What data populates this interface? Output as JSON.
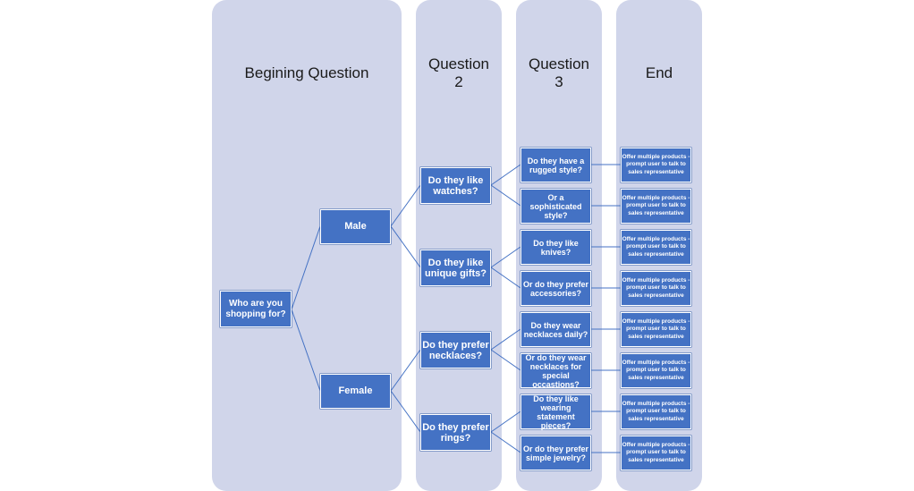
{
  "columns": [
    {
      "title": "Begining Question"
    },
    {
      "title": "Question\n2"
    },
    {
      "title": "Question\n3"
    },
    {
      "title": "End"
    }
  ],
  "root": "Who are you shopping for?",
  "level1": [
    "Male",
    "Female"
  ],
  "level2": [
    "Do they like watches?",
    "Do they like unique gifts?",
    "Do they prefer necklaces?",
    "Do they prefer rings?"
  ],
  "level3": [
    "Do they have a rugged style?",
    "Or a sophisticated style?",
    "Do they like knives?",
    "Or do they prefer accessories?",
    "Do they wear necklaces daily?",
    "Or do they wear necklaces for special occastions?",
    "Do they like wearing statement pieces?",
    "Or do they prefer simple jewelry?"
  ],
  "end_text": "Offer multiple products - prompt user to talk to sales representative",
  "colors": {
    "column": "#d0d5ea",
    "node": "#4472c4",
    "line": "#4472c4"
  }
}
